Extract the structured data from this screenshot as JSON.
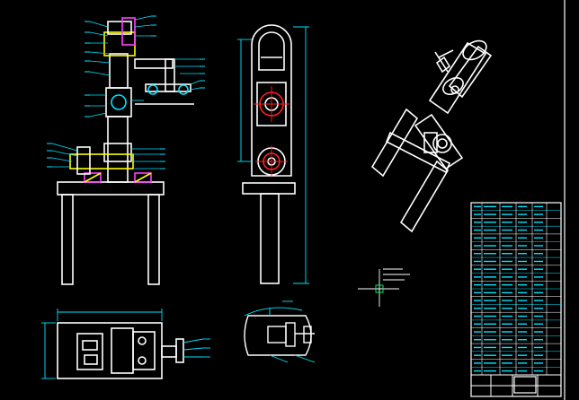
{
  "colors": {
    "background": "#000000",
    "linework": "#ffffff",
    "dimension": "#00e5ff",
    "accent_red": "#ff2020",
    "accent_yellow": "#ffff00",
    "accent_magenta": "#ff40ff",
    "accent_green": "#00ff66",
    "border": "#ffffff"
  },
  "views": [
    {
      "id": "front-view",
      "label": ""
    },
    {
      "id": "side-view",
      "label": ""
    },
    {
      "id": "top-view",
      "label": ""
    },
    {
      "id": "iso-view",
      "label": ""
    },
    {
      "id": "detail-view",
      "label": ""
    }
  ],
  "title_block": {
    "rows": 22,
    "cols": 6
  },
  "icons": [
    "ucs-crosshair-icon",
    "drawing-frame"
  ]
}
